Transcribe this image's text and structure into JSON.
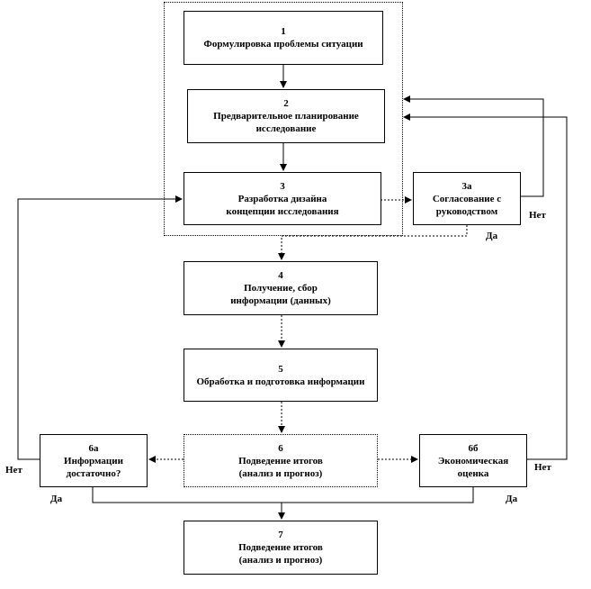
{
  "nodes": {
    "n1": {
      "num": "1",
      "text": "Формулировка проблемы ситуации"
    },
    "n2": {
      "num": "2",
      "text": "Предварительное  планирование\nисследование"
    },
    "n3": {
      "num": "3",
      "text": "Разработка дизайна\nконцепции исследования"
    },
    "n3a": {
      "num": "3а",
      "text": "Согласование  с\nруководством"
    },
    "n4": {
      "num": "4",
      "text": "Получение, сбор\nинформации (данных)"
    },
    "n5": {
      "num": "5",
      "text": "Обработка и подготовка информации"
    },
    "n6": {
      "num": "6",
      "text": "Подведение  итогов\n(анализ и прогноз)"
    },
    "n6a": {
      "num": "6а",
      "text": "Информации\nдостаточно?"
    },
    "n6b": {
      "num": "6б",
      "text": "Экономическая\nоценка"
    },
    "n7": {
      "num": "7",
      "text": "Подведение  итогов\n(анализ и прогноз)"
    }
  },
  "labels": {
    "no_3a": "Нет",
    "yes_3a": "Да",
    "no_6a": "Нет",
    "yes_6a": "Да",
    "no_6b": "Нет",
    "yes_6b": "Да"
  }
}
